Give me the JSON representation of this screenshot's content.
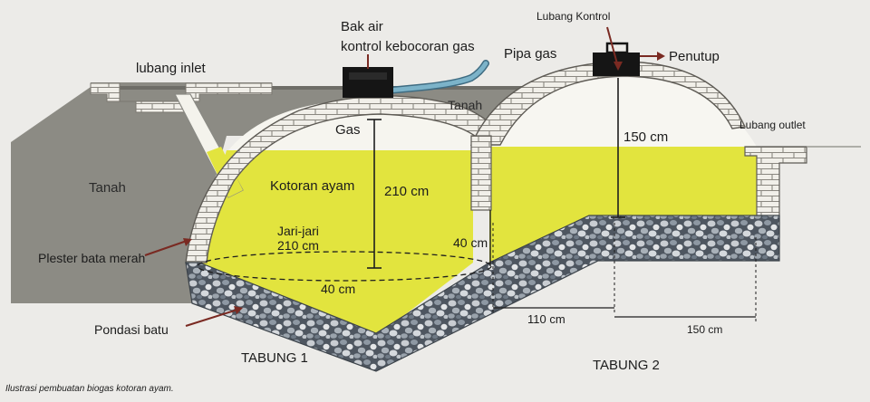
{
  "labels": {
    "lubang_inlet": "lubang inlet",
    "bak_air": "Bak air",
    "kontrol_kebocoran": "kontrol kebocoran gas",
    "lubang_kontrol": "Lubang Kontrol",
    "pipa_gas": "Pipa gas",
    "penutup": "Penutup",
    "tanah_left": "Tanah",
    "tanah_top": "Tanah",
    "gas": "Gas",
    "kotoran_ayam": "Kotoran ayam",
    "height_1": "210 cm",
    "height_2": "150 cm",
    "jari_jari": "Jari-jari",
    "jari_jari_value": "210 cm",
    "wall_40_right": "40 cm",
    "base_40": "40 cm",
    "plester": "Plester bata merah",
    "pondasi": "Pondasi batu",
    "lubang_outlet": "Lubang outlet",
    "dim_110": "110 cm",
    "dim_150": "150 cm",
    "tabung1": "TABUNG 1",
    "tabung2": "TABUNG 2"
  },
  "caption": "Ilustrasi pembuatan biogas kotoran ayam.",
  "colors": {
    "background": "#ecebe8",
    "soil": "#8c8b84",
    "slurry": "#e2e43e",
    "brick": "#f1efe9",
    "mortar": "#8a8780",
    "gravel": "#5d6670",
    "pipe": "#6fa6bd",
    "cap": "#151515",
    "arrow": "#7a2a22"
  }
}
